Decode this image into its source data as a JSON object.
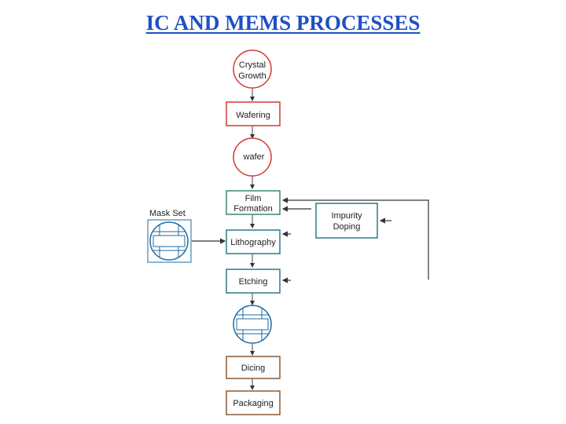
{
  "header": {
    "title": "IC AND MEMS PROCESSES"
  },
  "colors": {
    "title": "#1f4fc4",
    "red": "#d23a2f",
    "teal": "#2a7a8a",
    "green": "#3a8a6a",
    "brown": "#8a5a34",
    "blue_wafer": "#1f6aa0"
  },
  "steps": [
    {
      "id": "crystal-growth",
      "lines": [
        "Crystal",
        "Growth"
      ]
    },
    {
      "id": "wafering",
      "lines": [
        "Wafering"
      ]
    },
    {
      "id": "wafer",
      "lines": [
        "wafer"
      ]
    },
    {
      "id": "film-formation",
      "lines": [
        "Film",
        "Formation"
      ]
    },
    {
      "id": "lithography",
      "lines": [
        "Lithography"
      ]
    },
    {
      "id": "etching",
      "lines": [
        "Etching"
      ]
    },
    {
      "id": "patterned-wafer",
      "lines": []
    },
    {
      "id": "dicing",
      "lines": [
        "Dicing"
      ]
    },
    {
      "id": "packaging",
      "lines": [
        "Packaging"
      ]
    }
  ],
  "side": {
    "mask_set": "Mask Set",
    "impurity_doping": [
      "Impurity",
      "Doping"
    ]
  }
}
